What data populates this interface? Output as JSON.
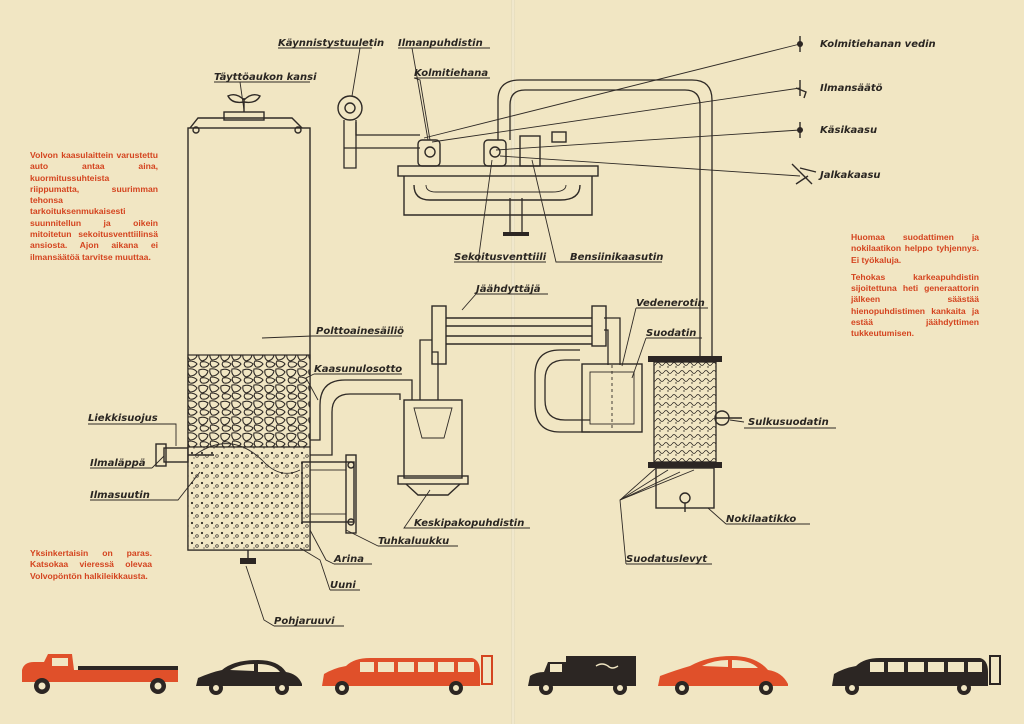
{
  "colors": {
    "paper": "#f1e6c3",
    "ink": "#2f2a26",
    "accent": "#d4441f"
  },
  "labels": {
    "kaynnistystuuletin": "Käynnistystuuletin",
    "ilmanpuhdistin": "Ilmanpuhdistin",
    "kolmitiehana": "Kolmitiehana",
    "tayttoaukonkansi": "Täyttöaukon kansi",
    "kolmitiehananvedin": "Kolmitiehanan vedin",
    "ilmansaato": "Ilmansäätö",
    "kasikaasu": "Käsikaasu",
    "jalkakaasu": "Jalkakaasu",
    "sekoitusventtiili": "Sekoitusventtiili",
    "bensiinikaasutin": "Bensiinikaasutin",
    "jaahdyttaja": "Jäähdyttäjä",
    "vedenerotin": "Vedenerotin",
    "suodatin": "Suodatin",
    "polttoainesailio": "Polttoainesäiliö",
    "kaasunulosotto": "Kaasunulosotto",
    "liekkisuojus": "Liekkisuojus",
    "sulkusuodatin": "Sulkusuodatin",
    "ilmalappa": "Ilmaläppä",
    "ilmasuutin": "Ilmasuutin",
    "keskipakopuhdistin": "Keskipakopuhdistin",
    "nokilaatikko": "Nokilaatikko",
    "tuhkaluukku": "Tuhkaluukku",
    "arina": "Arina",
    "uuni": "Uuni",
    "suodatuslevyt": "Suodatuslevyt",
    "pohjaruuvi": "Pohjaruuvi"
  },
  "texts": {
    "left_top": "Volvon kaasulaittein varustettu auto antaa aina, kuormitussuhteista riippumatta, suurimman tehonsa tarkoituksenmukaisesti suunnitellun ja oikein mitoitetun sekoitusventtiilinsä ansiosta. Ajon aikana ei ilmansäätöä tarvitse muuttaa.",
    "left_bottom": "Yksinkertaisin on paras. Katsokaa vieressä olevaa Volvopöntön halkileikkausta.",
    "right_1": "Huomaa suodattimen ja nokilaatikon helppo tyhjennys. Ei työkaluja.",
    "right_2": "Tehokas karkeapuhdistin sijoitettuna heti generaattorin jälkeen säästää hienopuhdistimen kankaita ja estää jäähdyttimen tukkeutumisen."
  },
  "vehicles": [
    {
      "type": "truck-flatbed",
      "color": "red"
    },
    {
      "type": "sedan",
      "color": "dark"
    },
    {
      "type": "bus",
      "color": "red"
    },
    {
      "type": "van",
      "color": "dark"
    },
    {
      "type": "sedan-sport",
      "color": "red"
    },
    {
      "type": "bus",
      "color": "dark"
    }
  ]
}
